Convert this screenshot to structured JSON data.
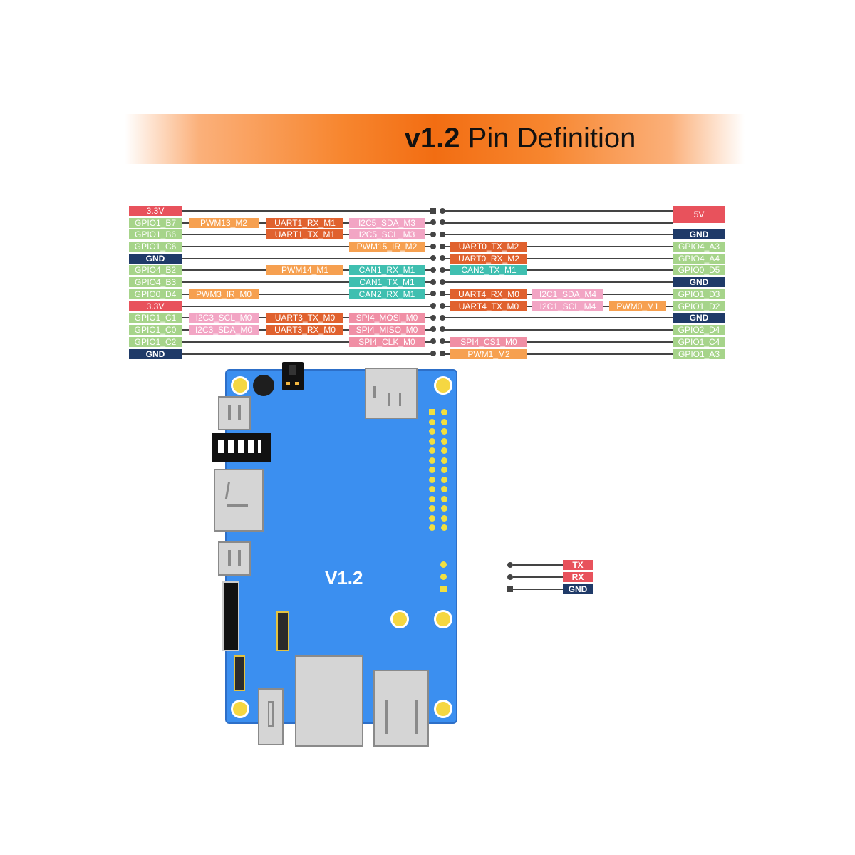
{
  "title": {
    "version": "v1.2",
    "text": "Pin Definition"
  },
  "board_label": "V1.2",
  "left_column": [
    "3.3V",
    "GPIO1_B7",
    "GPIO1_B6",
    "GPIO1_C6",
    "GND",
    "GPIO4_B2",
    "GPIO4_B3",
    "GPIO0_D4",
    "3.3V",
    "GPIO1_C1",
    "GPIO1_C0",
    "GPIO1_C2",
    "GND"
  ],
  "right_column": [
    "5V",
    "GND",
    "GPIO4_A3",
    "GPIO4_A4",
    "GPIO0_D5",
    "GND",
    "GPIO1_D3",
    "GPIO1_D2",
    "GND",
    "GPIO2_D4",
    "GPIO1_C4",
    "GPIO1_A3"
  ],
  "functions": {
    "pwm13_m2": "PWM13_M2",
    "uart1_rx_m1": "UART1_RX_M1",
    "i2c5_sda_m3": "I2C5_SDA_M3",
    "uart1_tx_m1": "UART1_TX_M1",
    "i2c5_scl_m3": "I2C5_SCL_M3",
    "pwm15_ir_m2": "PWM15_IR_M2",
    "uart0_tx_m2": "UART0_TX_M2",
    "uart0_rx_m2": "UART0_RX_M2",
    "pwm14_m1": "PWM14_M1",
    "can1_rx_m1": "CAN1_RX_M1",
    "can2_tx_m1": "CAN2_TX_M1",
    "can1_tx_m1": "CAN1_TX_M1",
    "pwm3_ir_m0": "PWM3_IR_M0",
    "can2_rx_m1": "CAN2_RX_M1",
    "uart4_rx_m0": "UART4_RX_M0",
    "i2c1_sda_m4": "I2C1_SDA_M4",
    "uart4_tx_m0": "UART4_TX_M0",
    "i2c1_scl_m4": "I2C1_SCL_M4",
    "pwm0_m1": "PWM0_M1",
    "i2c3_scl_m0": "I2C3_SCL_M0",
    "uart3_tx_m0": "UART3_TX_M0",
    "spi4_mosi_m0": "SPI4_MOSI_M0",
    "i2c3_sda_m0": "I2C3_SDA_M0",
    "uart3_rx_m0": "UART3_RX_M0",
    "spi4_miso_m0": "SPI4_MISO_M0",
    "spi4_clk_m0": "SPI4_CLK_M0",
    "spi4_cs1_m0": "SPI4_CS1_M0",
    "pwm1_m2": "PWM1_M2"
  },
  "debug_header": [
    "TX",
    "RX",
    "GND"
  ],
  "colors": {
    "gpio": "#a6d48a",
    "power": "#e8525c",
    "ground": "#1f3a68",
    "pwm": "#f6a050",
    "uart": "#e0612e",
    "i2c": "#f2a5c4",
    "spi": "#f08fa5",
    "can": "#3fbfb0",
    "board": "#3b8ff0",
    "banner": "#f26d12"
  }
}
